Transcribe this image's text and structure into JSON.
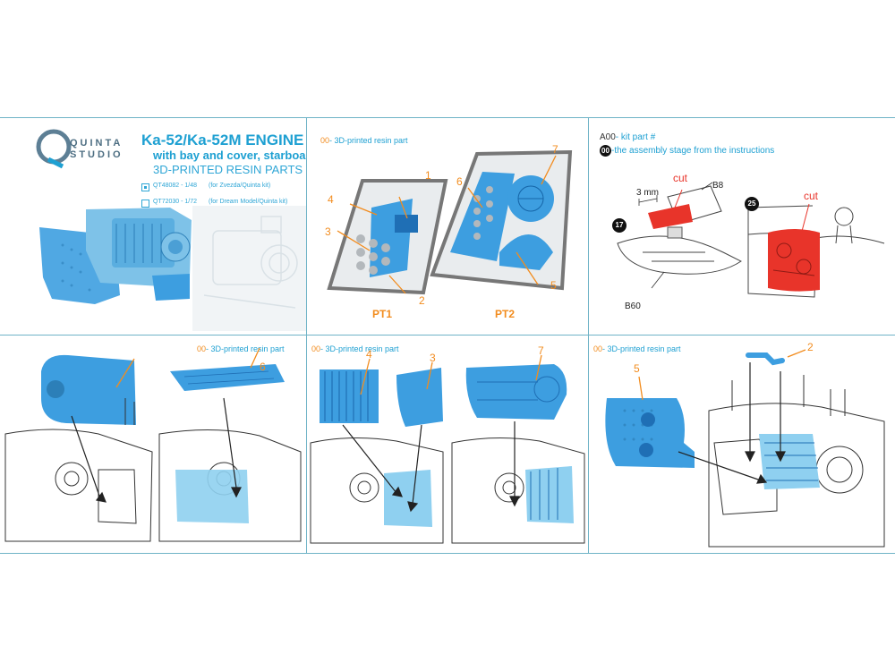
{
  "brand": {
    "line1": "QUINTA",
    "line2": "STUDIO"
  },
  "title": {
    "main": "Ka-52/Ka-52M ENGINE",
    "sub": "with bay and cover, starboard",
    "category": "3D-PRINTED RESIN PARTS"
  },
  "products": [
    {
      "code": "QT48082 - 1/48",
      "kit": "(for Zvezda/Quinta kit)",
      "checked": true
    },
    {
      "code": "QT72030 - 1/72",
      "kit": "(for Dream Model/Quinta kit)",
      "checked": false
    }
  ],
  "legend_resin": {
    "code": "00",
    "text": "- 3D-printed resin part"
  },
  "legend_kit": {
    "code": "A00",
    "text": "- kit part #"
  },
  "legend_stage": {
    "code": "00",
    "text": "-the assembly stage from the instructions"
  },
  "parts_panel": {
    "group1": "PT1",
    "group2": "PT2",
    "callouts": [
      "1",
      "2",
      "3",
      "4",
      "5",
      "6",
      "7"
    ]
  },
  "kit_panel": {
    "stage_a": "17",
    "stage_b": "25",
    "cut_label": "cut",
    "dimension": "3 mm",
    "part_b8": "B8",
    "part_b60": "B60"
  },
  "step2": {
    "callout": "6"
  },
  "step3": {
    "callouts": [
      "4",
      "3",
      "7"
    ]
  },
  "step4": {
    "callouts": [
      "5",
      "2"
    ]
  },
  "colors": {
    "accent": "#1ea0d2",
    "part": "#3d9ee0",
    "callout": "#f28c1e",
    "cut": "#e8342a",
    "divider": "#6fb3c7"
  }
}
